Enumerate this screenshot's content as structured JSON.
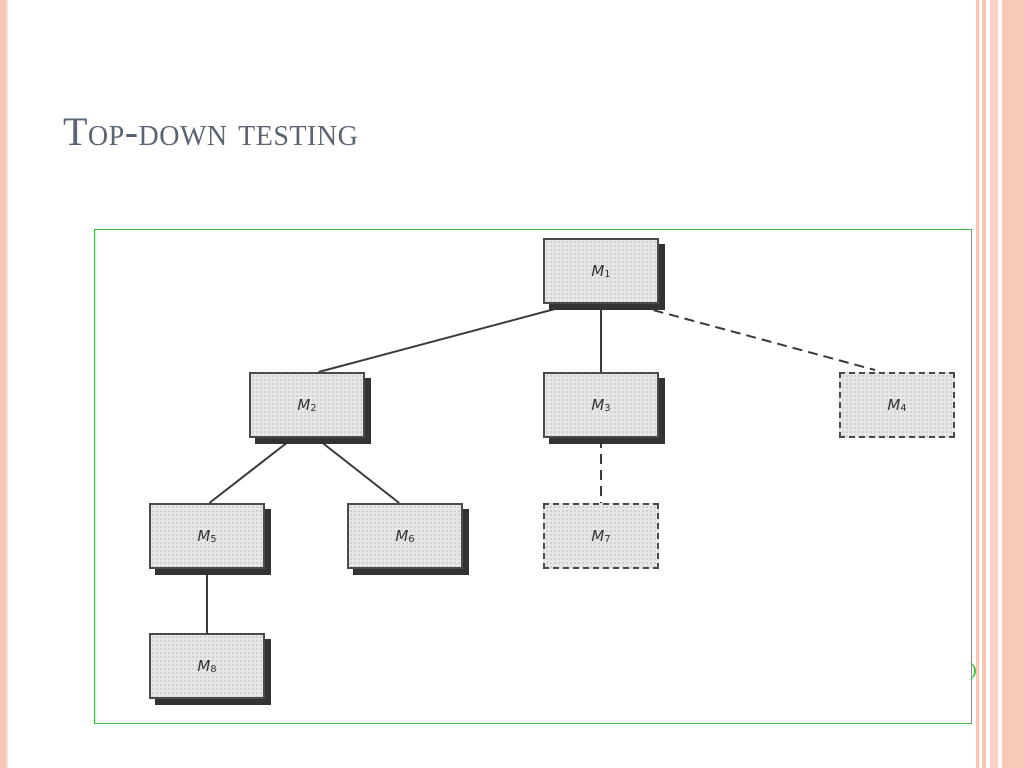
{
  "slide": {
    "title": "Top-down testing",
    "colors": {
      "accent": "#3fbf3f",
      "frame": "#f6c7b6",
      "title": "#5a6473"
    }
  },
  "diagram": {
    "nodes": [
      {
        "id": "m1",
        "letter": "M",
        "sub": "1",
        "type": "module"
      },
      {
        "id": "m2",
        "letter": "M",
        "sub": "2",
        "type": "module"
      },
      {
        "id": "m3",
        "letter": "M",
        "sub": "3",
        "type": "module"
      },
      {
        "id": "m4",
        "letter": "M",
        "sub": "4",
        "type": "stub"
      },
      {
        "id": "m5",
        "letter": "M",
        "sub": "5",
        "type": "module"
      },
      {
        "id": "m6",
        "letter": "M",
        "sub": "6",
        "type": "module"
      },
      {
        "id": "m7",
        "letter": "M",
        "sub": "7",
        "type": "stub"
      },
      {
        "id": "m8",
        "letter": "M",
        "sub": "8",
        "type": "module"
      }
    ],
    "edges": [
      {
        "from": "m1",
        "to": "m2",
        "style": "solid"
      },
      {
        "from": "m1",
        "to": "m3",
        "style": "solid"
      },
      {
        "from": "m1",
        "to": "m4",
        "style": "dashed"
      },
      {
        "from": "m2",
        "to": "m5",
        "style": "solid"
      },
      {
        "from": "m2",
        "to": "m6",
        "style": "solid"
      },
      {
        "from": "m3",
        "to": "m7",
        "style": "dashed"
      },
      {
        "from": "m5",
        "to": "m8",
        "style": "solid"
      }
    ]
  }
}
